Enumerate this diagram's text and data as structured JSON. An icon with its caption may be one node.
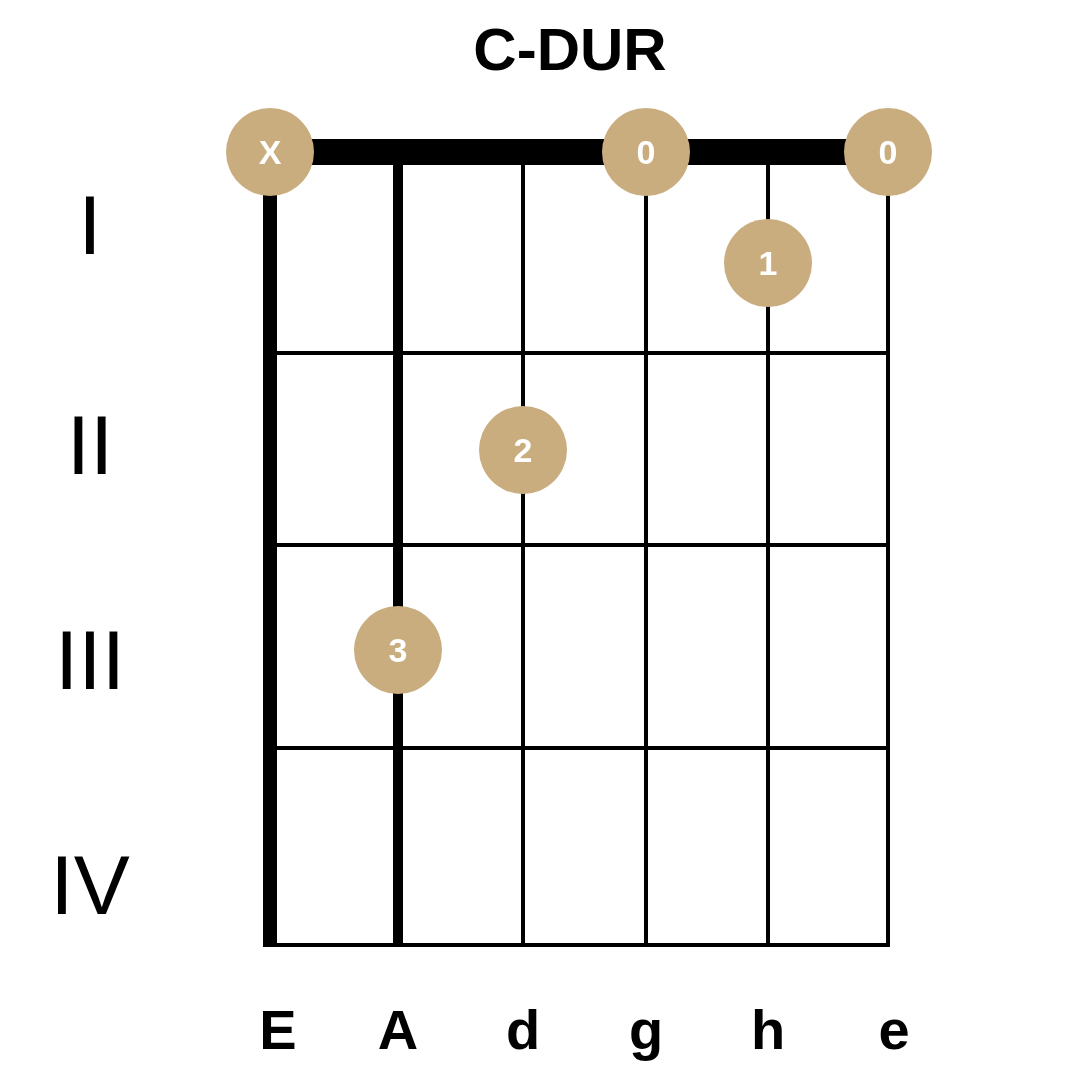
{
  "diagram": {
    "title": "C-DUR",
    "nodes": [
      {
        "text": [
          "X"
        ]
      },
      {
        "text": [
          "0"
        ]
      },
      {
        "text": [
          "0"
        ]
      },
      {
        "text": [
          "1"
        ]
      },
      {
        "text": [
          "2"
        ]
      },
      {
        "text": [
          "3"
        ]
      }
    ],
    "labels": [
      "I",
      "II",
      "III",
      "IV",
      "E",
      "A",
      "d",
      "g",
      "h",
      "e"
    ]
  }
}
